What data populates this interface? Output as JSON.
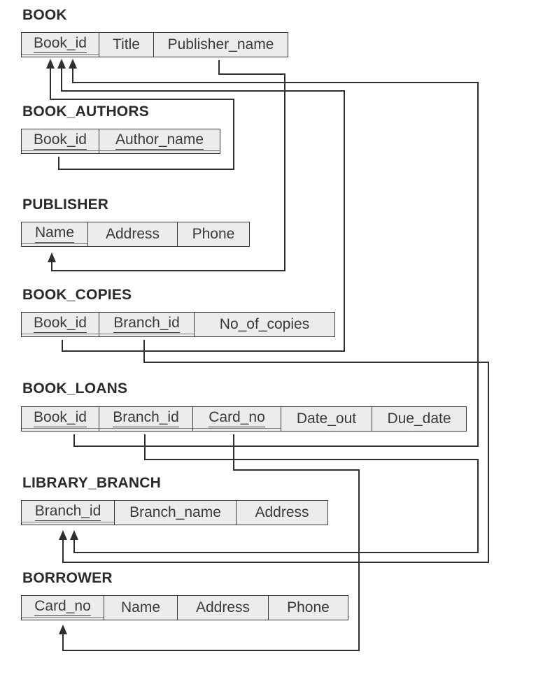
{
  "relations": {
    "book": {
      "name": "BOOK",
      "attributes": [
        {
          "label": "Book_id",
          "pk": true
        },
        {
          "label": "Title",
          "pk": false
        },
        {
          "label": "Publisher_name",
          "pk": false
        }
      ]
    },
    "book_authors": {
      "name": "BOOK_AUTHORS",
      "attributes": [
        {
          "label": "Book_id",
          "pk": true
        },
        {
          "label": "Author_name",
          "pk": true
        }
      ]
    },
    "publisher": {
      "name": "PUBLISHER",
      "attributes": [
        {
          "label": "Name",
          "pk": true
        },
        {
          "label": "Address",
          "pk": false
        },
        {
          "label": "Phone",
          "pk": false
        }
      ]
    },
    "book_copies": {
      "name": "BOOK_COPIES",
      "attributes": [
        {
          "label": "Book_id",
          "pk": true
        },
        {
          "label": "Branch_id",
          "pk": true
        },
        {
          "label": "No_of_copies",
          "pk": false
        }
      ]
    },
    "book_loans": {
      "name": "BOOK_LOANS",
      "attributes": [
        {
          "label": "Book_id",
          "pk": true
        },
        {
          "label": "Branch_id",
          "pk": true
        },
        {
          "label": "Card_no",
          "pk": true
        },
        {
          "label": "Date_out",
          "pk": false
        },
        {
          "label": "Due_date",
          "pk": false
        }
      ]
    },
    "library_branch": {
      "name": "LIBRARY_BRANCH",
      "attributes": [
        {
          "label": "Branch_id",
          "pk": true
        },
        {
          "label": "Branch_name",
          "pk": false
        },
        {
          "label": "Address",
          "pk": false
        }
      ]
    },
    "borrower": {
      "name": "BORROWER",
      "attributes": [
        {
          "label": "Card_no",
          "pk": true
        },
        {
          "label": "Name",
          "pk": false
        },
        {
          "label": "Address",
          "pk": false
        },
        {
          "label": "Phone",
          "pk": false
        }
      ]
    }
  },
  "foreign_keys": [
    {
      "from": "BOOK_AUTHORS.Book_id",
      "to": "BOOK.Book_id"
    },
    {
      "from": "BOOK_COPIES.Book_id",
      "to": "BOOK.Book_id"
    },
    {
      "from": "BOOK_LOANS.Book_id",
      "to": "BOOK.Book_id"
    },
    {
      "from": "BOOK.Publisher_name",
      "to": "PUBLISHER.Name"
    },
    {
      "from": "BOOK_COPIES.Branch_id",
      "to": "LIBRARY_BRANCH.Branch_id"
    },
    {
      "from": "BOOK_LOANS.Branch_id",
      "to": "LIBRARY_BRANCH.Branch_id"
    },
    {
      "from": "BOOK_LOANS.Card_no",
      "to": "BORROWER.Card_no"
    }
  ],
  "colors": {
    "cell_fill": "#ececec",
    "border": "#3a3a3a",
    "line": "#2f2f2f",
    "title_text": "#2a2a2a"
  }
}
